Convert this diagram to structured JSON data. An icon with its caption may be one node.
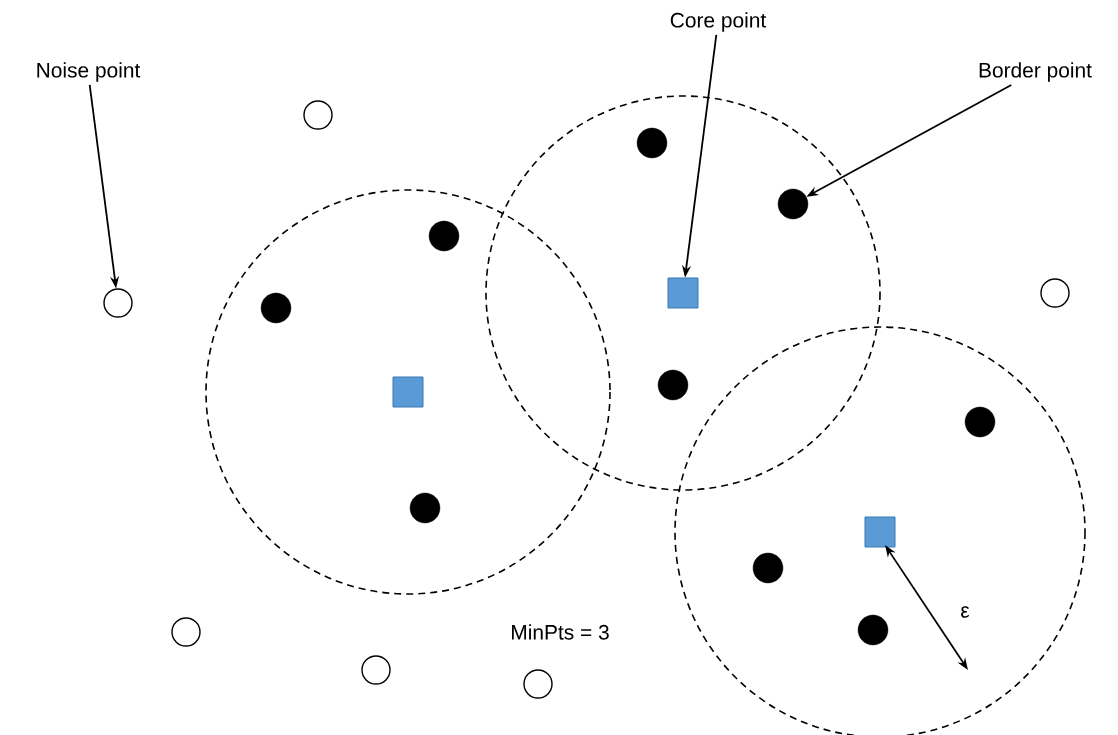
{
  "diagram": {
    "nodes": [
      {
        "text": [
          "Noise point"
        ]
      },
      {
        "text": [
          "Core point"
        ]
      },
      {
        "text": [
          "Border point"
        ]
      },
      {
        "text": [],
        "shape": "circle"
      },
      {
        "text": [],
        "shape": "circle"
      },
      {
        "text": [],
        "shape": "circle"
      },
      {
        "text": [],
        "shape": "circle"
      },
      {
        "text": [],
        "shape": "circle"
      },
      {
        "text": [],
        "shape": "box"
      },
      {
        "text": [],
        "shape": "circle"
      },
      {
        "text": [],
        "shape": "circle"
      },
      {
        "text": [],
        "shape": "circle"
      },
      {
        "text": [],
        "shape": "circle"
      },
      {
        "text": [],
        "shape": "circle"
      },
      {
        "text": [],
        "shape": "box"
      },
      {
        "text": [],
        "shape": "circle"
      },
      {
        "text": [],
        "shape": "circle"
      },
      {
        "text": [],
        "shape": "circle"
      },
      {
        "text": [],
        "shape": "box"
      },
      {
        "text": [],
        "shape": "circle"
      },
      {
        "text": [],
        "shape": "circle"
      }
    ],
    "edges": [
      {
        "from": 0,
        "to": 3,
        "arrow": "to"
      },
      {
        "from": 1,
        "to": 14,
        "arrow": "to"
      },
      {
        "from": 2,
        "to": 16,
        "arrow": "to"
      }
    ],
    "labels": [
      "MinPts = 3",
      "ε"
    ]
  }
}
